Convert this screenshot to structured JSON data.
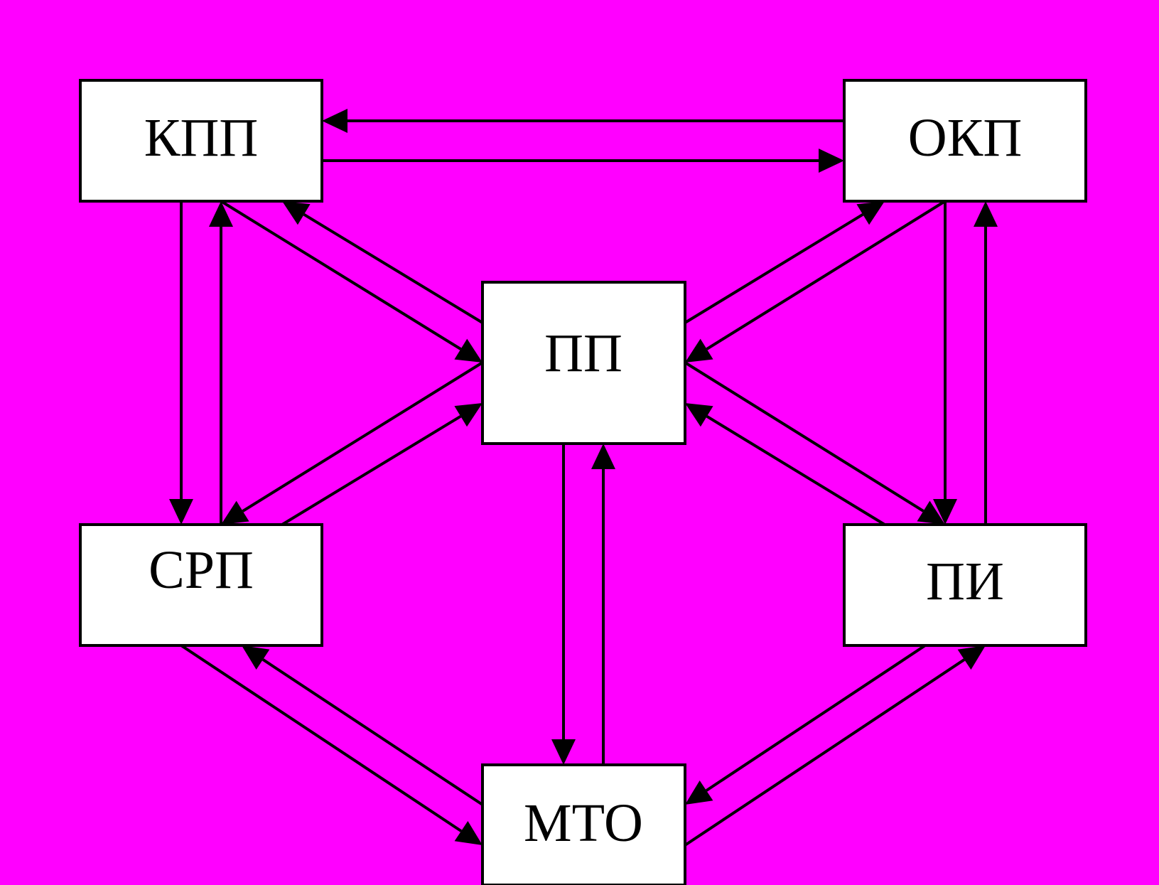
{
  "colors": {
    "background": "#ff00ff",
    "node_fill": "#ffffff",
    "stroke": "#000000"
  },
  "nodes": {
    "kpp": {
      "label": "КПП"
    },
    "okp": {
      "label": "ОКП"
    },
    "pp": {
      "label": "ПП"
    },
    "srp": {
      "label": "СРП"
    },
    "pi": {
      "label": "ПИ"
    },
    "mto": {
      "label": "МТО"
    }
  },
  "edges": [
    {
      "from": "okp",
      "to": "kpp"
    },
    {
      "from": "kpp",
      "to": "okp"
    },
    {
      "from": "kpp",
      "to": "srp"
    },
    {
      "from": "srp",
      "to": "kpp"
    },
    {
      "from": "okp",
      "to": "pi"
    },
    {
      "from": "pi",
      "to": "okp"
    },
    {
      "from": "kpp",
      "to": "pp"
    },
    {
      "from": "pp",
      "to": "kpp"
    },
    {
      "from": "pp",
      "to": "okp"
    },
    {
      "from": "okp",
      "to": "pp"
    },
    {
      "from": "pp",
      "to": "srp"
    },
    {
      "from": "srp",
      "to": "pp"
    },
    {
      "from": "pp",
      "to": "pi"
    },
    {
      "from": "pi",
      "to": "pp"
    },
    {
      "from": "pp",
      "to": "mto"
    },
    {
      "from": "mto",
      "to": "pp"
    },
    {
      "from": "srp",
      "to": "mto"
    },
    {
      "from": "mto",
      "to": "srp"
    },
    {
      "from": "pi",
      "to": "mto"
    },
    {
      "from": "mto",
      "to": "pi"
    }
  ]
}
